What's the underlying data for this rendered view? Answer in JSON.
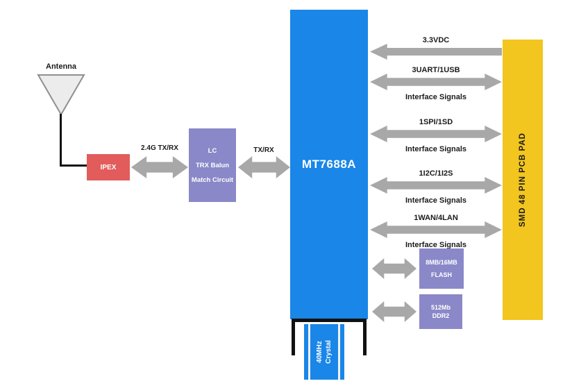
{
  "diagram": {
    "antenna_label": "Antenna",
    "ipex_label": "IPEX",
    "rf_link_label": "2.4G TX/RX",
    "balun": [
      "LC",
      "TRX Balun",
      "Match Circuit"
    ],
    "txrx_label": "TX/RX",
    "chip_label": "MT7688A",
    "pad_label": "SMD 48 PIN PCB PAD",
    "buses": [
      {
        "label": "3.3VDC",
        "sub": "",
        "direction": "left"
      },
      {
        "label": "3UART/1USB",
        "sub": "Interface Signals",
        "direction": "both"
      },
      {
        "label": "1SPI/1SD",
        "sub": "Interface Signals",
        "direction": "both"
      },
      {
        "label": "1I2C/1I2S",
        "sub": "Interface Signals",
        "direction": "both"
      },
      {
        "label": "1WAN/4LAN",
        "sub": "Interface Signals",
        "direction": "both"
      }
    ],
    "flash": [
      "8MB/16MB",
      "FLASH"
    ],
    "ddr": [
      "512Mb",
      "DDR2"
    ],
    "crystal": [
      "40MHz",
      "Crystal"
    ]
  },
  "colors": {
    "chip_blue": "#1986e8",
    "pad_yellow": "#f2c51f",
    "module_purple": "#8a88c8",
    "ipex_red": "#e25c5c",
    "arrow_gray": "#a8a8a8",
    "wire_black": "#111111"
  }
}
